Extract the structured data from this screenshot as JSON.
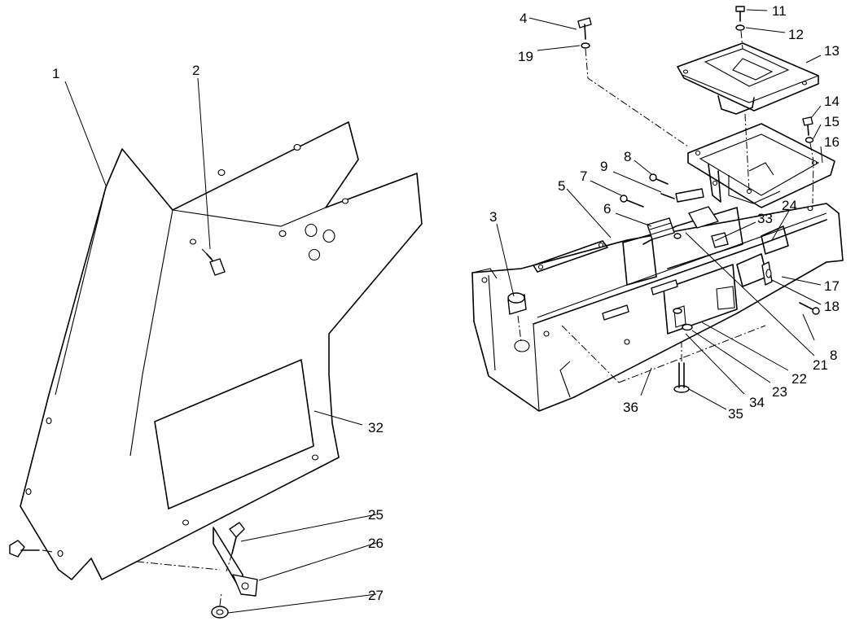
{
  "callouts": [
    {
      "id": "1",
      "text": "1"
    },
    {
      "id": "2",
      "text": "2"
    },
    {
      "id": "3",
      "text": "3"
    },
    {
      "id": "4",
      "text": "4"
    },
    {
      "id": "5",
      "text": "5"
    },
    {
      "id": "6",
      "text": "6"
    },
    {
      "id": "7",
      "text": "7"
    },
    {
      "id": "8a",
      "text": "8"
    },
    {
      "id": "8b",
      "text": "8"
    },
    {
      "id": "9",
      "text": "9"
    },
    {
      "id": "11",
      "text": "11"
    },
    {
      "id": "12",
      "text": "12"
    },
    {
      "id": "13",
      "text": "13"
    },
    {
      "id": "14",
      "text": "14"
    },
    {
      "id": "15",
      "text": "15"
    },
    {
      "id": "16",
      "text": "16"
    },
    {
      "id": "17",
      "text": "17"
    },
    {
      "id": "18",
      "text": "18"
    },
    {
      "id": "19",
      "text": "19"
    },
    {
      "id": "21",
      "text": "21"
    },
    {
      "id": "22",
      "text": "22"
    },
    {
      "id": "23",
      "text": "23"
    },
    {
      "id": "24",
      "text": "24"
    },
    {
      "id": "25",
      "text": "25"
    },
    {
      "id": "26",
      "text": "26"
    },
    {
      "id": "27",
      "text": "27"
    },
    {
      "id": "32",
      "text": "32"
    },
    {
      "id": "33",
      "text": "33"
    },
    {
      "id": "34",
      "text": "34"
    },
    {
      "id": "35",
      "text": "35"
    },
    {
      "id": "36",
      "text": "36"
    }
  ]
}
